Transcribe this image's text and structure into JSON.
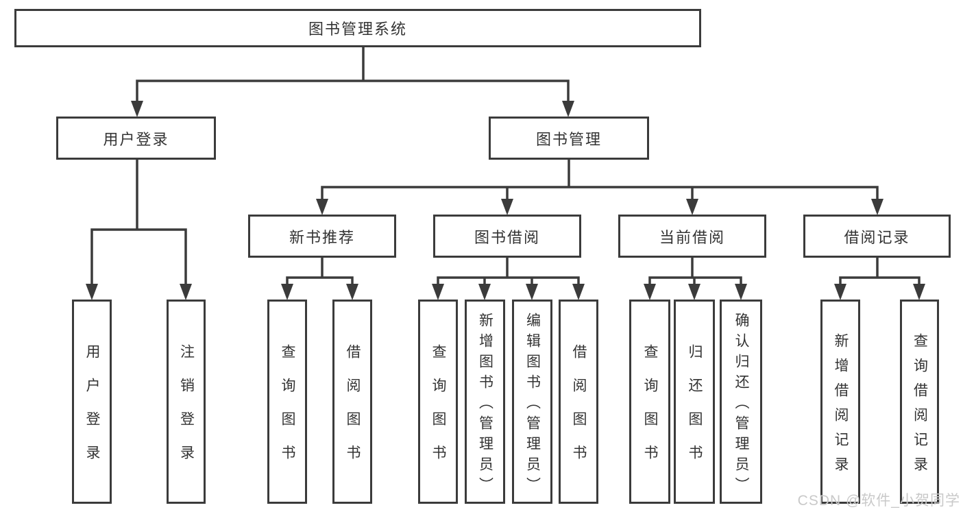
{
  "diagram": {
    "root": {
      "label": "图书管理系统"
    },
    "level2": [
      {
        "label": "用户登录"
      },
      {
        "label": "图书管理"
      }
    ],
    "level3": [
      {
        "label": "新书推荐",
        "parent": "图书管理"
      },
      {
        "label": "图书借阅",
        "parent": "图书管理"
      },
      {
        "label": "当前借阅",
        "parent": "图书管理"
      },
      {
        "label": "借阅记录",
        "parent": "图书管理"
      }
    ],
    "leaves": [
      {
        "label": "用户登录",
        "parent": "用户登录"
      },
      {
        "label": "注销登录",
        "parent": "用户登录"
      },
      {
        "label": "查询图书",
        "parent": "新书推荐"
      },
      {
        "label": "借阅图书",
        "parent": "新书推荐"
      },
      {
        "label": "查询图书",
        "parent": "图书借阅"
      },
      {
        "label": "新增图书（管理员）",
        "parent": "图书借阅"
      },
      {
        "label": "编辑图书（管理员）",
        "parent": "图书借阅"
      },
      {
        "label": "借阅图书",
        "parent": "图书借阅"
      },
      {
        "label": "查询图书",
        "parent": "当前借阅"
      },
      {
        "label": "归还图书",
        "parent": "当前借阅"
      },
      {
        "label": "确认归还（管理员）",
        "parent": "当前借阅"
      },
      {
        "label": "新增借阅记录",
        "parent": "借阅记录"
      },
      {
        "label": "查询借阅记录",
        "parent": "借阅记录"
      }
    ],
    "colors": {
      "line": "#3b3b3b",
      "text": "#333333",
      "background": "#ffffff",
      "watermark": "#c9c9c9"
    }
  },
  "watermark": {
    "text": "CSDN @软件_小贺同学"
  }
}
